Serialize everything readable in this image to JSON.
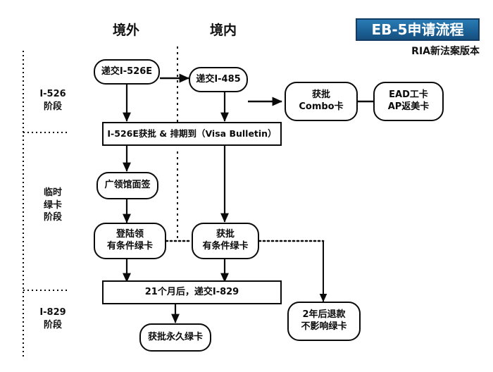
{
  "header": {
    "banner_title": "EB-5申请流程",
    "subtitle": "RIA新法案版本",
    "banner_bg": "#1b6398",
    "banner_border": "#123c63",
    "banner_text_color": "#ffffff"
  },
  "columns": [
    {
      "key": "overseas",
      "label": "境外"
    },
    {
      "key": "domestic",
      "label": "境内"
    }
  ],
  "stages": [
    {
      "key": "i526",
      "label": "I-526\n阶段"
    },
    {
      "key": "temp_green",
      "label": "临时\n绿卡\n阶段"
    },
    {
      "key": "i829",
      "label": "I-829\n阶段"
    }
  ],
  "nodes": [
    {
      "key": "file_i526e",
      "label": "递交I-526E",
      "shape": "pill"
    },
    {
      "key": "file_i485",
      "label": "递交I-485",
      "shape": "pill"
    },
    {
      "key": "combo_card",
      "label": "获批\nCombo卡",
      "shape": "pill"
    },
    {
      "key": "ead_ap",
      "label": "EAD工卡\nAP返美卡",
      "shape": "pill"
    },
    {
      "key": "i526e_approved",
      "label": "I-526E获批 & 排期到（Visa Bulletin）",
      "shape": "rect"
    },
    {
      "key": "consulate",
      "label": "广领馆面签",
      "shape": "pill"
    },
    {
      "key": "land_cond_gc",
      "label": "登陆领\n有条件绿卡",
      "shape": "pill"
    },
    {
      "key": "approve_cond_gc",
      "label": "获批\n有条件绿卡",
      "shape": "pill"
    },
    {
      "key": "file_i829",
      "label": "21个月后，递交I-829",
      "shape": "rect"
    },
    {
      "key": "permanent_gc",
      "label": "获批永久绿卡",
      "shape": "pill"
    },
    {
      "key": "refund_2yr",
      "label": "2年后退款\n不影响绿卡",
      "shape": "pill"
    }
  ]
}
